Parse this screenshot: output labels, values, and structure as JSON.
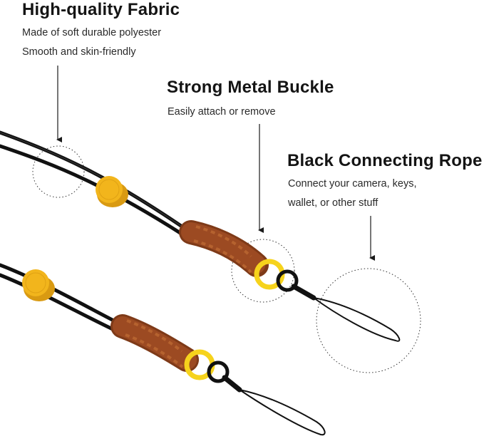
{
  "fabric": {
    "title": "High-quality Fabric",
    "line1": "Made of soft durable polyester",
    "line2": "Smooth and skin-friendly"
  },
  "buckle": {
    "title": "Strong Metal Buckle",
    "line1": "Easily attach or remove"
  },
  "rope": {
    "title": "Black Connecting Rope",
    "line1": "Connect your camera, keys,",
    "line2": "wallet, or other stuff"
  },
  "colors": {
    "rope_brown": "#9c4a22",
    "cord_black": "#111111",
    "stopper_yellow": "#f2b51c",
    "ring_yellow": "#f6d31c"
  }
}
